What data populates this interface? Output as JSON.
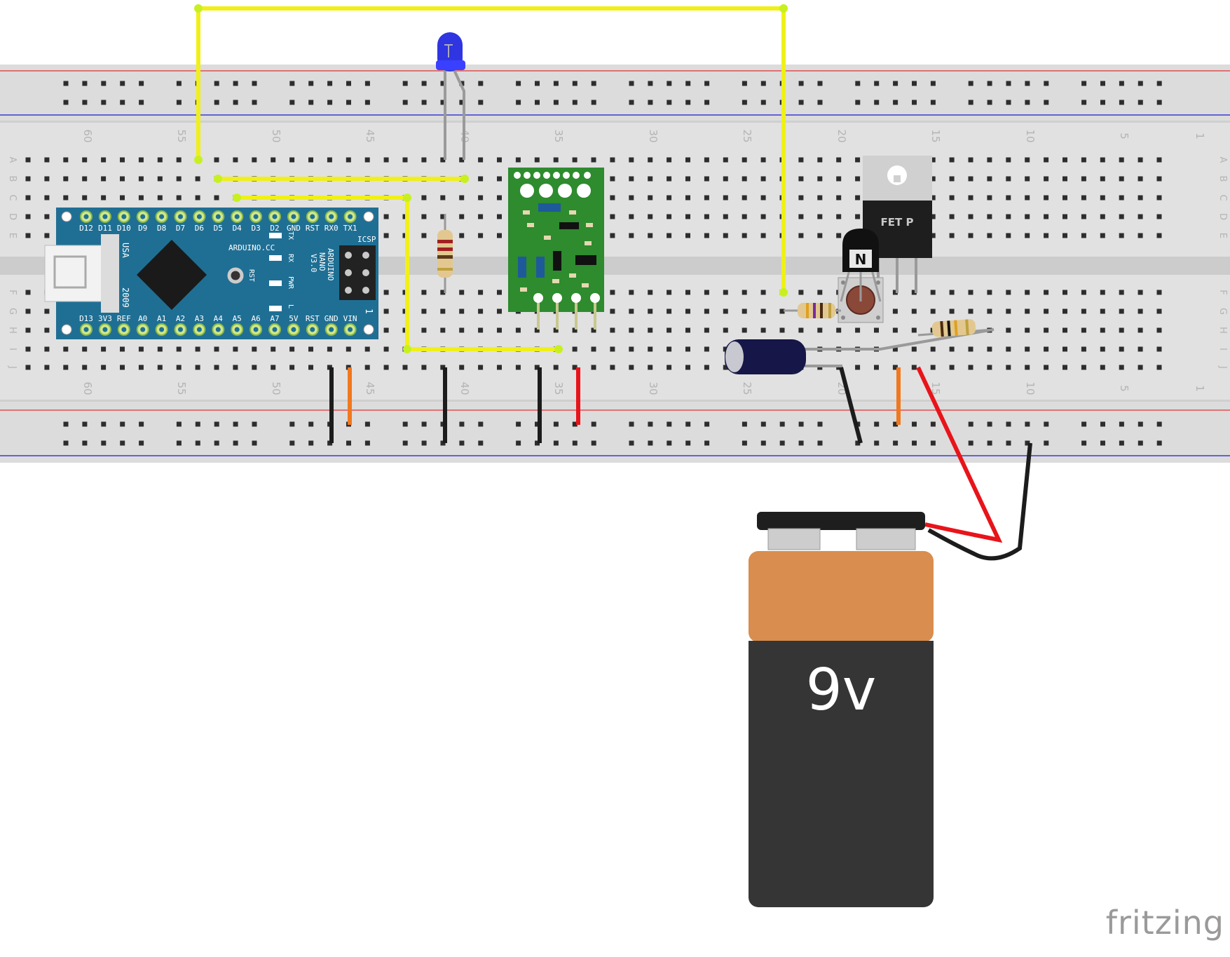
{
  "breadboard": {
    "column_numbers": [
      "60",
      "55",
      "50",
      "45",
      "40",
      "35",
      "30",
      "25",
      "20",
      "15",
      "10",
      "5",
      "1"
    ],
    "row_letters_top": [
      "A",
      "B",
      "C",
      "D",
      "E"
    ],
    "row_letters_bottom": [
      "F",
      "G",
      "H",
      "I",
      "J"
    ]
  },
  "arduino": {
    "top_pins": [
      "D12",
      "D11",
      "D10",
      "D9",
      "D8",
      "D7",
      "D6",
      "D5",
      "D4",
      "D3",
      "D2",
      "GND",
      "RST",
      "RX0",
      "TX1"
    ],
    "bottom_pins": [
      "D13",
      "3V3",
      "REF",
      "A0",
      "A1",
      "A2",
      "A3",
      "A4",
      "A5",
      "A6",
      "A7",
      "5V",
      "RST",
      "GND",
      "VIN"
    ],
    "brand": "ARDUINO.CC",
    "model_lines": [
      "ARDUINO",
      "NANO",
      "V3.0"
    ],
    "usa": "USA",
    "year": "2009",
    "icsp": "ICSP",
    "rst": "RST",
    "led_labels": [
      "TX",
      "RX",
      "PWR",
      "L"
    ],
    "pin_one": "1"
  },
  "mosfet": {
    "label": "FET P"
  },
  "transistor": {
    "label": "N"
  },
  "battery": {
    "label": "9v"
  },
  "watermark": "fritzing",
  "colors": {
    "wire_yellow": "#f0f018",
    "wire_red": "#e8141a",
    "wire_black": "#1c1c1c",
    "wire_orange": "#f0781e",
    "arduino_blue": "#1f6f94",
    "pcb_green": "#2e8b2e",
    "led_blue": "#2f35e0",
    "battery_copper": "#d98d4e",
    "battery_body": "#353535"
  }
}
